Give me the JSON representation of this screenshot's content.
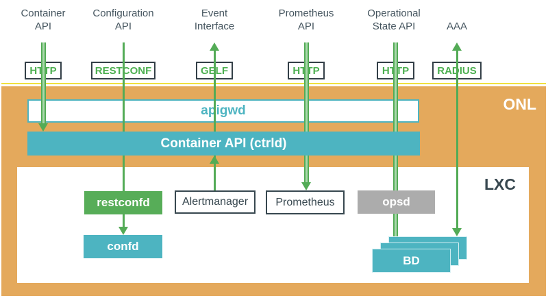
{
  "layers": {
    "onl": "ONL",
    "lxc": "LXC"
  },
  "interfaces": [
    {
      "name": "Container API",
      "protocol": "HTTP"
    },
    {
      "name": "Configuration API",
      "protocol": "RESTCONF"
    },
    {
      "name": "Event Interface",
      "protocol": "GELF"
    },
    {
      "name": "Prometheus API",
      "protocol": "HTTP"
    },
    {
      "name": "Operational State API",
      "protocol": "HTTP"
    },
    {
      "name": "AAA",
      "protocol": "RADIUS"
    }
  ],
  "onl_components": {
    "apigwd": "apigwd",
    "ctrld": "Container API (ctrld)"
  },
  "lxc_components": {
    "restconfd": "restconfd",
    "confd": "confd",
    "alertmanager": "Alertmanager",
    "prometheus": "Prometheus",
    "opsd": "opsd",
    "bd": "BD"
  },
  "connections": [
    {
      "from": "Container API",
      "via": "HTTP",
      "to": "Container API (ctrld)",
      "direction": "down"
    },
    {
      "from": "Configuration API",
      "via": "RESTCONF",
      "to": "restconfd",
      "direction": "down"
    },
    {
      "from": "restconfd",
      "via": "",
      "to": "confd",
      "direction": "down"
    },
    {
      "from": "Alertmanager",
      "via": "GELF",
      "to": "Event Interface",
      "direction": "up"
    },
    {
      "from": "Prometheus API",
      "via": "HTTP",
      "to": "Prometheus",
      "direction": "down"
    },
    {
      "from": "Operational State API",
      "via": "HTTP",
      "to": "BD",
      "direction": "down"
    },
    {
      "from": "AAA",
      "via": "RADIUS",
      "to": "BD",
      "direction": "both"
    }
  ],
  "colors": {
    "band_orange": "#E4A95C",
    "band_top_line": "#F0E13E",
    "teal": "#4DB4C1",
    "green_line": "#53AB56",
    "green_box": "#57AD58",
    "gray_box": "#ACACAC",
    "dark_text": "#37474F",
    "label_text": "#44545E"
  }
}
